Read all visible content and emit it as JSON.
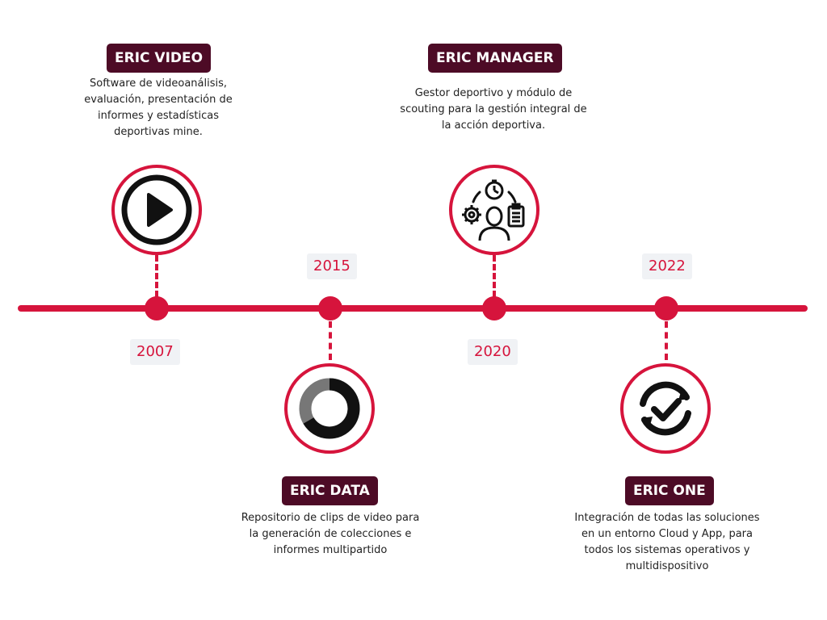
{
  "timeline": {
    "milestones": [
      {
        "year": "2007",
        "title": "ERIC VIDEO",
        "description": "Software de videoanálisis, evaluación, presentación de informes y estadísticas deportivas mine.",
        "icon": "play-icon"
      },
      {
        "year": "2015",
        "title": "ERIC DATA",
        "description": "Repositorio de clips de video para la generación de colecciones e informes multipartido",
        "icon": "ring-progress-icon"
      },
      {
        "year": "2020",
        "title": "ERIC MANAGER",
        "description": "Gestor deportivo y módulo de scouting para la gestión integral de la acción deportiva.",
        "icon": "manager-icon"
      },
      {
        "year": "2022",
        "title": "ERIC ONE",
        "description": "Integración de todas las soluciones en un entorno Cloud y App, para todos los sistemas operativos y multidispositivo",
        "icon": "sync-check-icon"
      }
    ],
    "colors": {
      "accent": "#d6143c",
      "title_bg": "#4d0b26",
      "year_bg": "#f0f2f5"
    }
  }
}
